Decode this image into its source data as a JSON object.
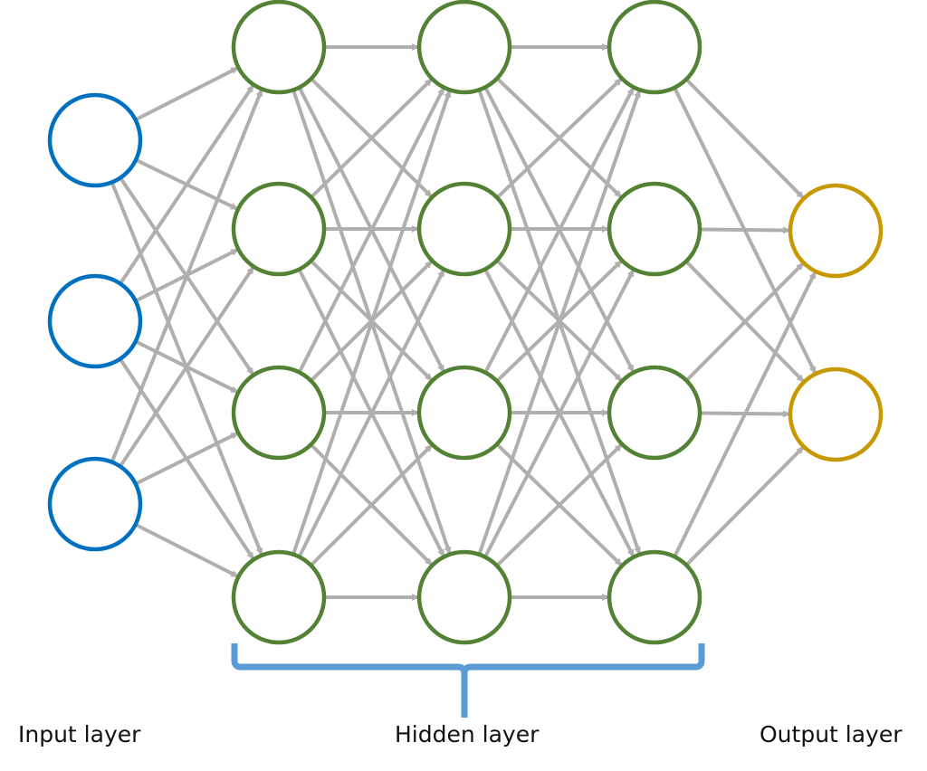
{
  "title": "Neural network diagram",
  "layers": [
    {
      "name": "input",
      "nodes": 3,
      "color": "#0070C0"
    },
    {
      "name": "hidden-1",
      "nodes": 4,
      "color": "#548235"
    },
    {
      "name": "hidden-2",
      "nodes": 4,
      "color": "#548235"
    },
    {
      "name": "hidden-3",
      "nodes": 4,
      "color": "#548235"
    },
    {
      "name": "output",
      "nodes": 2,
      "color": "#C89800"
    }
  ],
  "edge_color": "#B1AEAE",
  "bracket_color": "#5B9BD5",
  "labels": {
    "input": "Input layer",
    "hidden": "Hidden layer",
    "output": "Output layer"
  }
}
